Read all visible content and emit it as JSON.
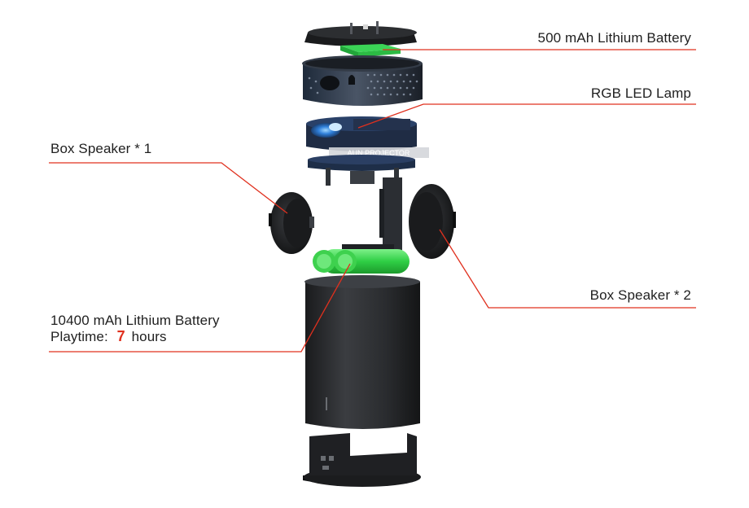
{
  "colors": {
    "leader_line": "#e0301e",
    "emphasis": "#e0301e",
    "body_dark": "#2b2d30",
    "battery_green": "#3ccf4e",
    "lamp_blue": "#2f7fd9"
  },
  "callouts": {
    "top_battery": "500 mAh Lithium Battery",
    "led_lamp": "RGB LED Lamp",
    "speaker_1": "Box Speaker * 1",
    "speaker_2": "Box Speaker * 2",
    "main_battery": "10400 mAh Lithium Battery",
    "playtime_prefix": "Playtime:",
    "playtime_value": "7",
    "playtime_unit": "hours"
  },
  "product_text": {
    "module_label": "AUN PROJECTOR"
  },
  "icons": [
    "projector-exploded-view"
  ]
}
